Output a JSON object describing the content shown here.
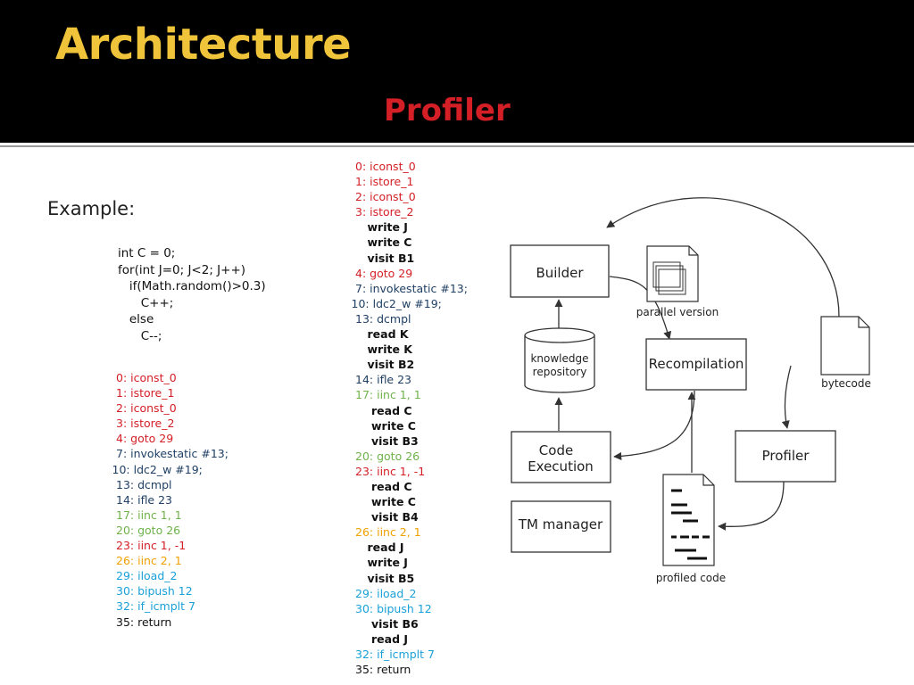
{
  "title": "Architecture",
  "subtitle": "Profiler",
  "example_label": "Example:",
  "source_code": [
    "int C = 0;",
    "for(int J=0; J<2; J++)",
    "   if(Math.random()>0.3)",
    "      C++;",
    "   else",
    "      C--;"
  ],
  "colors": {
    "title": "#f0c43a",
    "subtitle": "#d41f26",
    "red": "#d41f26",
    "navy": "#1f3f64",
    "teal": "#2a7a8a",
    "green": "#6fb24a",
    "orange": "#f0a000",
    "cyan": "#1aa0d8",
    "black": "#111111"
  },
  "left_bytecode": [
    {
      "text": "0: iconst_0",
      "color": "red",
      "indent": 0
    },
    {
      "text": "1: istore_1",
      "color": "red",
      "indent": 0
    },
    {
      "text": "2: iconst_0",
      "color": "red",
      "indent": 0
    },
    {
      "text": "3: istore_2",
      "color": "red",
      "indent": 0
    },
    {
      "text": "4: goto 29",
      "color": "red",
      "indent": 0
    },
    {
      "text": "7: invokestatic #13;",
      "color": "navy",
      "indent": 0
    },
    {
      "text": "10: ldc2_w #19;",
      "color": "navy",
      "indent": -1
    },
    {
      "text": "13: dcmpl",
      "color": "navy",
      "indent": 0
    },
    {
      "text": "14: ifle 23",
      "color": "navy",
      "indent": 0
    },
    {
      "text": "17: iinc 1, 1",
      "color": "green",
      "indent": 0
    },
    {
      "text": "20: goto 26",
      "color": "green",
      "indent": 0
    },
    {
      "text": "23: iinc 1, -1",
      "color": "red",
      "indent": 0
    },
    {
      "text": "26: iinc 2, 1",
      "color": "orange",
      "indent": 0
    },
    {
      "text": "29: iload_2",
      "color": "cyan",
      "indent": 0
    },
    {
      "text": "30: bipush 12",
      "color": "cyan",
      "indent": 0
    },
    {
      "text": "32: if_icmplt 7",
      "color": "cyan",
      "indent": 0
    },
    {
      "text": "35: return",
      "color": "black",
      "indent": 0
    }
  ],
  "right_bytecode": [
    {
      "text": "0: iconst_0",
      "color": "red",
      "indent": 0,
      "bold": false
    },
    {
      "text": "1: istore_1",
      "color": "red",
      "indent": 0,
      "bold": false
    },
    {
      "text": "2: iconst_0",
      "color": "red",
      "indent": 0,
      "bold": false
    },
    {
      "text": "3: istore_2",
      "color": "red",
      "indent": 0,
      "bold": false
    },
    {
      "text": "write J",
      "color": "black",
      "indent": 3,
      "bold": true
    },
    {
      "text": "write C",
      "color": "black",
      "indent": 3,
      "bold": true
    },
    {
      "text": "visit B1",
      "color": "black",
      "indent": 3,
      "bold": true
    },
    {
      "text": "4: goto 29",
      "color": "red",
      "indent": 0,
      "bold": false
    },
    {
      "text": "7: invokestatic #13;",
      "color": "navy",
      "indent": 0,
      "bold": false
    },
    {
      "text": "10: ldc2_w #19;",
      "color": "navy",
      "indent": -1,
      "bold": false
    },
    {
      "text": "13: dcmpl",
      "color": "navy",
      "indent": 0,
      "bold": false
    },
    {
      "text": "read K",
      "color": "black",
      "indent": 3,
      "bold": true
    },
    {
      "text": "write K",
      "color": "black",
      "indent": 3,
      "bold": true
    },
    {
      "text": "visit B2",
      "color": "black",
      "indent": 3,
      "bold": true
    },
    {
      "text": "14: ifle 23",
      "color": "navy",
      "indent": 0,
      "bold": false
    },
    {
      "text": "17: iinc 1, 1",
      "color": "green",
      "indent": 0,
      "bold": false
    },
    {
      "text": "read C",
      "color": "black",
      "indent": 4,
      "bold": true
    },
    {
      "text": "write C",
      "color": "black",
      "indent": 4,
      "bold": true
    },
    {
      "text": "visit B3",
      "color": "black",
      "indent": 4,
      "bold": true
    },
    {
      "text": "20: goto 26",
      "color": "green",
      "indent": 0,
      "bold": false
    },
    {
      "text": "23: iinc 1, -1",
      "color": "red",
      "indent": 0,
      "bold": false
    },
    {
      "text": "read C",
      "color": "black",
      "indent": 4,
      "bold": true
    },
    {
      "text": "write C",
      "color": "black",
      "indent": 4,
      "bold": true
    },
    {
      "text": "visit B4",
      "color": "black",
      "indent": 4,
      "bold": true
    },
    {
      "text": "26: iinc 2, 1",
      "color": "orange",
      "indent": 0,
      "bold": false
    },
    {
      "text": "read J",
      "color": "black",
      "indent": 3,
      "bold": true
    },
    {
      "text": "write J",
      "color": "black",
      "indent": 3,
      "bold": true
    },
    {
      "text": "visit B5",
      "color": "black",
      "indent": 3,
      "bold": true
    },
    {
      "text": "29: iload_2",
      "color": "cyan",
      "indent": 0,
      "bold": false
    },
    {
      "text": "30: bipush 12",
      "color": "cyan",
      "indent": 0,
      "bold": false
    },
    {
      "text": "visit B6",
      "color": "black",
      "indent": 4,
      "bold": true
    },
    {
      "text": "read J",
      "color": "black",
      "indent": 4,
      "bold": true
    },
    {
      "text": "32: if_icmplt 7",
      "color": "cyan",
      "indent": 0,
      "bold": false
    },
    {
      "text": "35: return",
      "color": "black",
      "indent": 0,
      "bold": false
    }
  ],
  "diagram": {
    "builder": "Builder",
    "parallel_version": "parallel version",
    "knowledge_repository": [
      "knowledge",
      "repository"
    ],
    "recompilation": "Recompilation",
    "bytecode": "bytecode",
    "code_execution": [
      "Code",
      "Execution"
    ],
    "profiler": "Profiler",
    "tm_manager": "TM manager",
    "profiled_code": "profiled code"
  }
}
